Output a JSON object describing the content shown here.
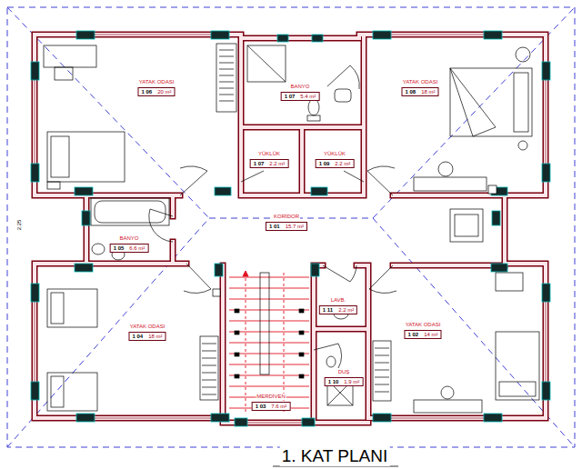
{
  "diagram": {
    "title": "1. KAT PLANI",
    "nodes": [
      {
        "text": [
          "YATAK ODASI",
          "1 06",
          "20 m²"
        ]
      },
      {
        "text": [
          "BANYO",
          "1 07",
          "5.4 m²"
        ]
      },
      {
        "text": [
          "YATAK ODASI",
          "1 08",
          "18 m²"
        ]
      },
      {
        "text": [
          "YÜKLÜK",
          "1 07",
          "2.2 m²"
        ]
      },
      {
        "text": [
          "YÜKLÜK",
          "1 09",
          "2.2 m²"
        ]
      },
      {
        "text": [
          "KORİDOR",
          "1 01",
          "15.7 m²"
        ]
      },
      {
        "text": [
          "BANYO",
          "1 05",
          "6.6 m²"
        ]
      },
      {
        "text": [
          "LAVB.",
          "1 11",
          "2.2 m²"
        ]
      },
      {
        "text": [
          "YATAK ODASI",
          "1 04",
          "18 m²"
        ]
      },
      {
        "text": [
          "YATAK ODASI",
          "1 02",
          "14 m²"
        ]
      },
      {
        "text": [
          "DUŞ",
          "1 10",
          "1.9 m²"
        ]
      },
      {
        "text": [
          "MERDİVEN",
          "1 03",
          "7.6 m²"
        ]
      }
    ],
    "labels": [
      "2.25"
    ]
  }
}
